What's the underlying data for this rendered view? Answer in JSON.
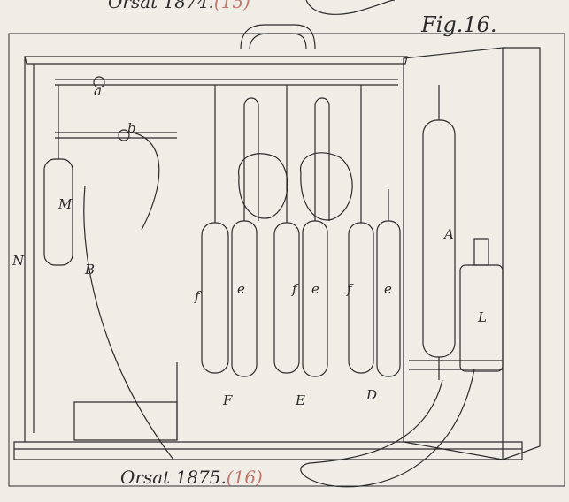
{
  "captions": {
    "top_text": "Orsat 1874.",
    "top_num": "(15)",
    "bottom_text": "Orsat 1875.",
    "bottom_num": "(16)"
  },
  "figure_title": "Fig.16.",
  "labels": {
    "a": "a",
    "b": "b",
    "N": "N",
    "M": "M",
    "B": "B",
    "f_left": "f",
    "e_left": "e",
    "f_mid": "f",
    "e_mid": "e",
    "f_right": "f",
    "e_right": "e",
    "F": "F",
    "E": "E",
    "D": "D",
    "A": "A",
    "L": "L"
  },
  "colors": {
    "paper": "#efede6",
    "ink": "#2b2b2b",
    "page_number_ink": "#c2776f"
  }
}
